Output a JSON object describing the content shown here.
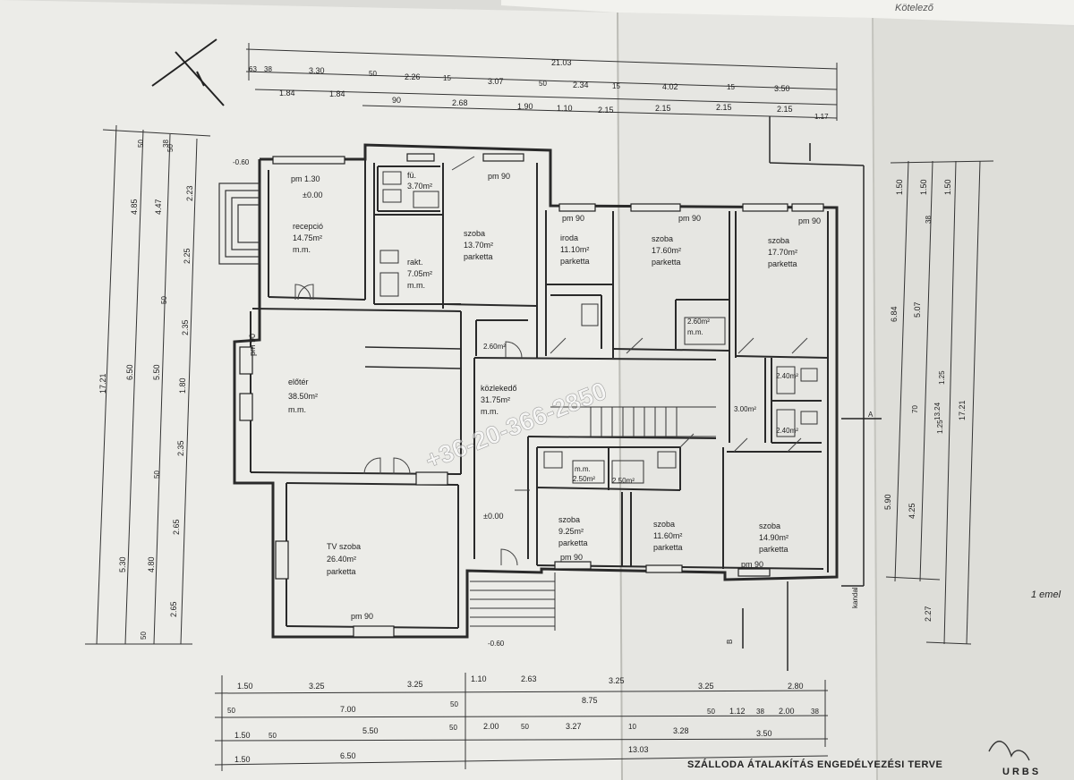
{
  "rooms": [
    {
      "id": "recepcio",
      "name": "recepció",
      "area": "14.75m²",
      "finish": "m.m.",
      "ceiling": "pm 1.30",
      "level": "±0.00"
    },
    {
      "id": "fu",
      "name": "fü.",
      "area": "3.70m²"
    },
    {
      "id": "rakt",
      "name": "rakt.",
      "area": "7.05m²",
      "finish": "m.m."
    },
    {
      "id": "szoba1",
      "name": "szoba",
      "area": "13.70m²",
      "finish": "parketta",
      "ceiling": "pm 90"
    },
    {
      "id": "iroda",
      "name": "iroda",
      "area": "11.10m²",
      "finish": "parketta",
      "ceiling": "pm 90"
    },
    {
      "id": "szoba2",
      "name": "szoba",
      "area": "17.60m²",
      "finish": "parketta",
      "ceiling": "pm 90"
    },
    {
      "id": "szoba3",
      "name": "szoba",
      "area": "17.70m²",
      "finish": "parketta",
      "ceiling": "pm 90"
    },
    {
      "id": "eloter",
      "name": "előtér",
      "area": "38.50m²",
      "finish": "m.m.",
      "ceiling": "pm 90"
    },
    {
      "id": "kozlekedo",
      "name": "közlekedő",
      "area": "31.75m²",
      "finish": "m.m.",
      "level": "±0.00"
    },
    {
      "id": "tvszoba",
      "name": "TV szoba",
      "area": "26.40m²",
      "finish": "parketta",
      "ceiling": "pm 90"
    },
    {
      "id": "szoba4",
      "name": "szoba",
      "area": "9.25m²",
      "finish": "parketta",
      "ceiling": "pm 90"
    },
    {
      "id": "szoba5",
      "name": "szoba",
      "area": "11.60m²",
      "finish": "parketta"
    },
    {
      "id": "szoba6",
      "name": "szoba",
      "area": "14.90m²",
      "finish": "parketta",
      "ceiling": "pm 90"
    }
  ],
  "small_labels": {
    "wc1": "2.60m²",
    "mm1": "m.m.",
    "wc2": "2.60m²",
    "wc3": "2.40m²",
    "wc4": "2.40m²",
    "wc5": "3.00m²",
    "wc6": "2.50m²",
    "wc7": "2.50m²",
    "wc8": "m.m.",
    "lvl_top": "-0.60",
    "lvl_bottom": "-0.60",
    "lvl_stair": "±0.00",
    "side_note": "1 emel"
  },
  "dims_top": {
    "total": "21.03",
    "row1": [
      "63",
      "38",
      "3.30",
      "50",
      "2.26",
      "15",
      "3.07",
      "50",
      "2.34",
      "15",
      "4.02",
      "15",
      "3.50"
    ],
    "row2": [
      "1.84",
      "1.84",
      "90",
      "2.68",
      "1.90",
      "1.10",
      "2.15",
      "2.15",
      "2.15",
      "2.15",
      "1.17"
    ]
  },
  "dims_left": {
    "total": "17.21",
    "col1": [
      "4.85",
      "6.50",
      "5.30"
    ],
    "col2": [
      "4.47",
      "5.50",
      "4.80"
    ],
    "col3": [
      "2.23",
      "2.25",
      "2.35",
      "1.80",
      "2.35",
      "2.65",
      "2.65"
    ],
    "small": [
      "38",
      "50",
      "50",
      "50",
      "50",
      "50"
    ]
  },
  "dims_right": {
    "total": "17.21",
    "col1": [
      "1.50",
      "6.84",
      "5.90"
    ],
    "col2": [
      "1.50",
      "5.07",
      "4.25"
    ],
    "col3": [
      "1.50",
      "1.25",
      "1.25",
      "70",
      "38"
    ],
    "col4": [
      "13.24",
      "2.27"
    ]
  },
  "dims_bottom": {
    "row1": [
      "1.50",
      "3.25",
      "3.25",
      "1.10",
      "2.63",
      "3.25",
      "3.25",
      "2.80"
    ],
    "row2": [
      "50",
      "7.00",
      "50",
      "8.75"
    ],
    "row3": [
      "1.50",
      "50",
      "5.50",
      "50",
      "2.00",
      "50",
      "3.27",
      "10",
      "3.28",
      "50",
      "1.12",
      "38",
      "2.00",
      "38"
    ],
    "row4": [
      "1.50",
      "6.50",
      "13.03",
      "3.50"
    ]
  },
  "title_block": {
    "title": "SZÁLLODA ÁTALAKÍTÁS ENGEDÉLYEZÉSI TERVE",
    "logo": "URBS",
    "corner_text": "Kötelező",
    "watermark": "+36-20-366-2850"
  },
  "colors": {
    "paper": "#ecece8",
    "ink": "#2a2a2a",
    "shadow": "#c9c9c4"
  }
}
